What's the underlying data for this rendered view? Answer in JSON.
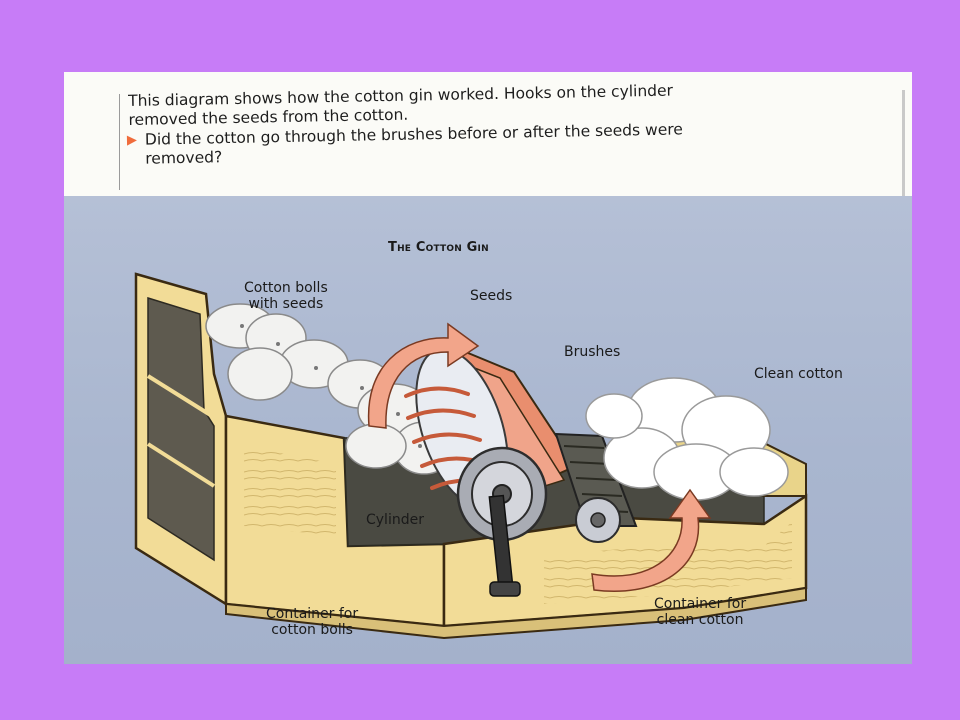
{
  "caption": {
    "line1": "This diagram shows how the cotton gin worked. Hooks on the cylinder",
    "line2": "removed the seeds from the cotton.",
    "question_line1": "Did the cotton go through the brushes before or after the seeds were",
    "question_line2": "removed?"
  },
  "diagram": {
    "title": "The Cotton Gin",
    "labels": {
      "cotton_bolls_1": "Cotton bolls",
      "cotton_bolls_2": "with seeds",
      "seeds": "Seeds",
      "brushes": "Brushes",
      "clean_cotton": "Clean cotton",
      "cylinder": "Cylinder",
      "container_bolls_1": "Container for",
      "container_bolls_2": "cotton bolls",
      "container_clean_1": "Container for",
      "container_clean_2": "clean cotton"
    }
  },
  "colors": {
    "background": "#c77cf7",
    "arrow": "#f2a58a",
    "wood": "#f2dc97",
    "sky": "#aeb9d1"
  }
}
